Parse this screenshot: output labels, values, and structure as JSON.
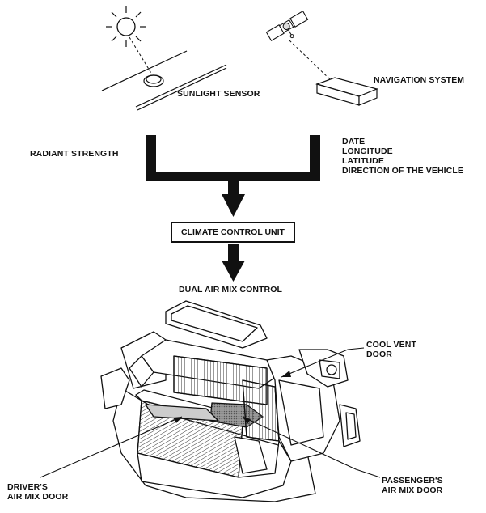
{
  "labels": {
    "sunlight_sensor": "SUNLIGHT SENSOR",
    "navigation_system": "NAVIGATION SYSTEM",
    "radiant_strength": "RADIANT STRENGTH",
    "nav_info": [
      "DATE",
      "LONGITUDE",
      "LATITUDE",
      "DIRECTION OF THE VEHICLE"
    ],
    "climate_control_unit": "CLIMATE CONTROL UNIT",
    "dual_air_mix_control": "DUAL AIR MIX CONTROL",
    "cool_vent_door": [
      "COOL VENT",
      "DOOR"
    ],
    "drivers_air_mix_door": [
      "DRIVER'S",
      "AIR MIX DOOR"
    ],
    "passengers_air_mix_door": [
      "PASSENGER'S",
      "AIR MIX DOOR"
    ]
  },
  "icons": [
    "sun-icon",
    "satellite-icon",
    "sunlight-sensor-icon",
    "navigation-unit-icon",
    "heater-unit-illustration"
  ],
  "colors": {
    "ink": "#111111",
    "paper": "#ffffff",
    "hatch": "#555555"
  }
}
